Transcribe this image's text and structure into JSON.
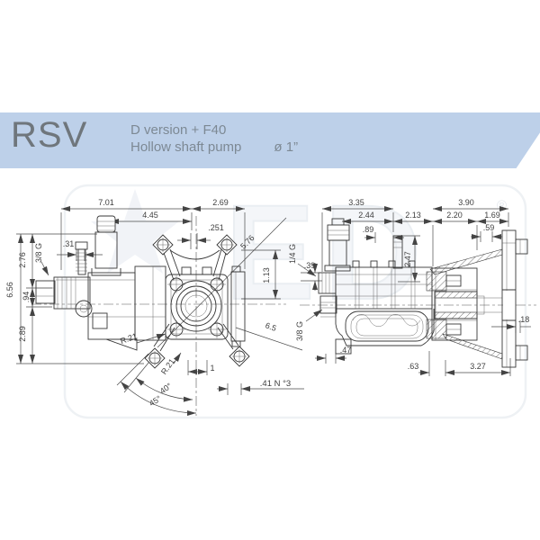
{
  "header": {
    "product": "RSV",
    "version_line": "D version + F40",
    "type_line": "Hollow shaft pump",
    "shaft_diameter": "ø 1”"
  },
  "watermark": {
    "letters": "ED",
    "registered": "®"
  },
  "front_view": {
    "top_width": "7.01",
    "flange_depth": "2.69",
    "mid_width": "4.45",
    "key_width": ".251",
    "stem_width": ".31",
    "inlet_port": "3/8 G",
    "overall_height": "6.56",
    "upper_height": "2.76",
    "port_height": ".94",
    "lower_height": "2.89",
    "bolt_diagonal": "5.76",
    "pilot_height": "1.13",
    "bolt_circle": "6.5",
    "radius_a": "R.21",
    "radius_b": "R.21",
    "angle_a": "40°",
    "angle_b": "45°",
    "key_length": "1",
    "mount_holes": ".41 N °3"
  },
  "side_view": {
    "head_width": "3.35",
    "flange_width": "3.90",
    "dim_244": "2.44",
    "dim_213": "2.13",
    "dim_220": "2.20",
    "dim_169": "1.69",
    "dim_89": ".89",
    "dim_59": ".59",
    "plug_height": "2.47",
    "port_offset": ".39",
    "top_port": "1/4 G",
    "bottom_port": "3/8 G",
    "foot_width": ".47",
    "dim_63": ".63",
    "dim_327": "3.27",
    "plate_thickness": ".18"
  }
}
